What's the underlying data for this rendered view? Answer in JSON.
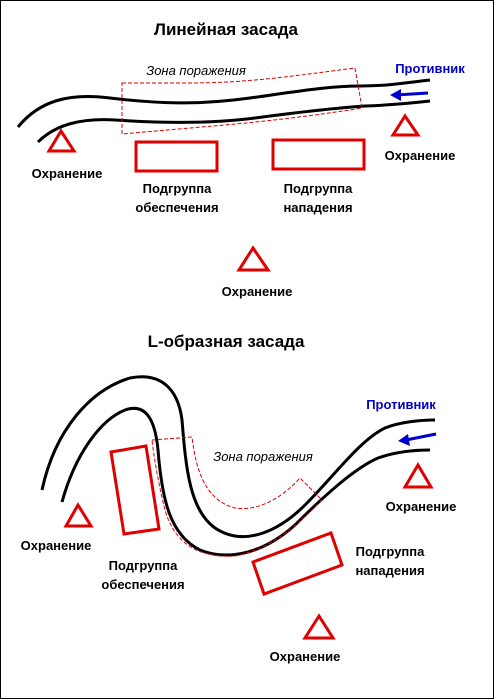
{
  "colors": {
    "unit": "#e00000",
    "enemy": "#0000cc",
    "road": "#000000",
    "zone": "#e00000"
  },
  "linear": {
    "title": "Линейная засада",
    "zone_label": "Зона поражения",
    "enemy_label": "Противник",
    "guard_left": "Охранение",
    "guard_right": "Охранение",
    "guard_bottom": "Охранение",
    "support_line1": "Подгруппа",
    "support_line2": "обеспечения",
    "assault_line1": "Подгруппа",
    "assault_line2": "нападения"
  },
  "lshape": {
    "title": "L-образная засада",
    "zone_label": "Зона поражения",
    "enemy_label": "Противник",
    "guard_left": "Охранение",
    "guard_right": "Охранение",
    "guard_bottom": "Охранение",
    "support_line1": "Подгруппа",
    "support_line2": "обеспечения",
    "assault_line1": "Подгруппа",
    "assault_line2": "нападения"
  }
}
